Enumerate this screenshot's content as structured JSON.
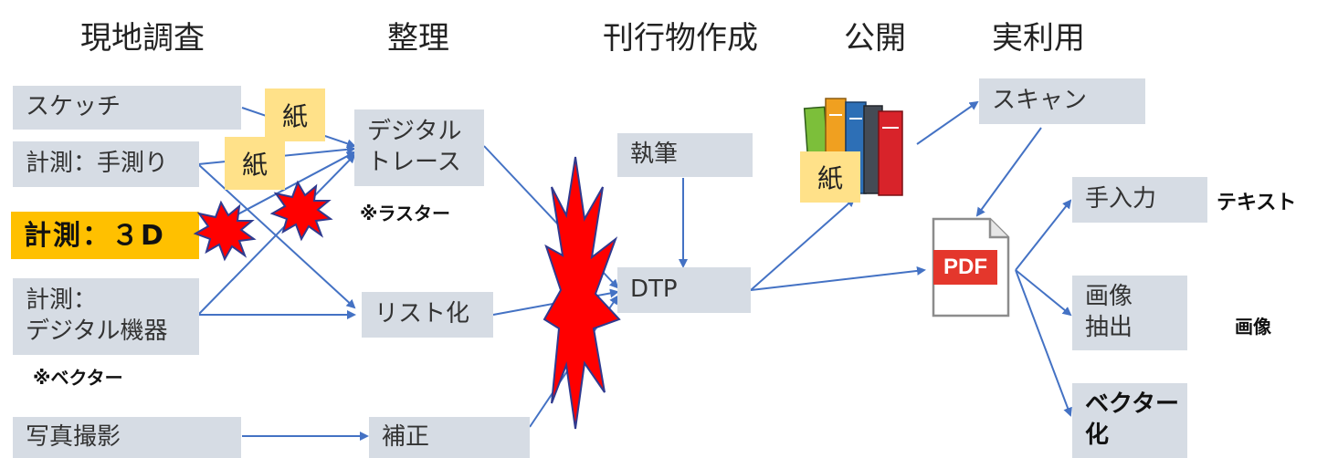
{
  "headers": {
    "survey": "現地調査",
    "organize": "整理",
    "publication": "刊行物作成",
    "release": "公開",
    "use": "実利用"
  },
  "boxes": {
    "sketch": "スケッチ",
    "hand_measure": "計測：手測り",
    "measure_3d": "計測：３D",
    "digital_device_1": "計測：",
    "digital_device_2": "デジタル機器",
    "photo": "写真撮影",
    "digital_trace_1": "デジタル",
    "digital_trace_2": "トレース",
    "list": "リスト化",
    "correction": "補正",
    "writing": "執筆",
    "dtp": "DTP",
    "scan": "スキャン",
    "manual_input": "手入力",
    "image_extract_1": "画像",
    "image_extract_2": "抽出",
    "vectorize_1": "ベクター",
    "vectorize_2": "化"
  },
  "paper_labels": {
    "paper_1": "紙",
    "paper_2": "紙",
    "paper_3": "紙"
  },
  "notes": {
    "raster": "※ラスター",
    "vector": "※ベクター",
    "text": "テキスト",
    "image": "画像"
  },
  "pdf_label": "PDF",
  "colors": {
    "box": "#d6dce4",
    "highlight": "#ffc000",
    "paper": "#ffe189",
    "arrow": "#4472c4",
    "burst": "#ff0000",
    "burst_outline": "#2f3a8f"
  }
}
